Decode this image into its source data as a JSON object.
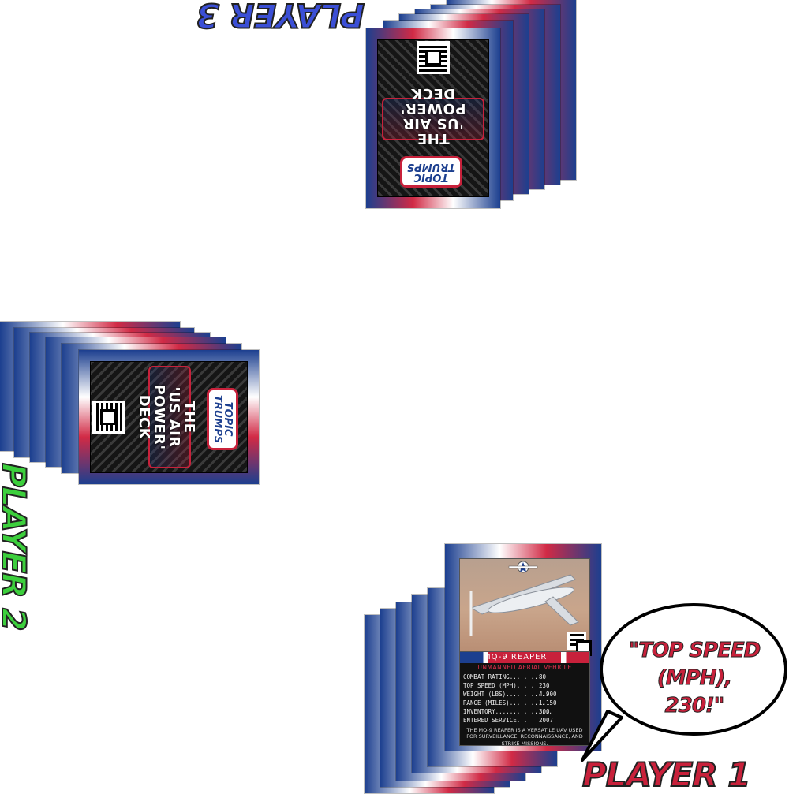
{
  "deck_back": {
    "logo_line1": "TOPIC",
    "logo_line2": "TRUMPS",
    "title_line1": "THE",
    "title_line2": "'US AIR POWER'",
    "title_line3": "DECK"
  },
  "players": {
    "player1": {
      "label": "PLAYER 1",
      "color": "#c8213b"
    },
    "player2": {
      "label": "PLAYER 2",
      "color": "#3ccf3c"
    },
    "player3": {
      "label": "PLAYER 3",
      "color": "#3b4fd6"
    }
  },
  "speech_bubble": {
    "line1": "\"TOP SPEED (MPH),",
    "line2": "230!\""
  },
  "active_card": {
    "name": "MQ-9 REAPER",
    "category": "UNMANNED AERIAL VEHICLE",
    "stats": [
      {
        "label": "COMBAT RATING........",
        "value": "80"
      },
      {
        "label": "TOP SPEED (MPH).....",
        "value": "230"
      },
      {
        "label": "WEIGHT (LBS)............",
        "value": "4,900"
      },
      {
        "label": "RANGE (MILES)..........",
        "value": "1,150"
      },
      {
        "label": "INVENTORY................",
        "value": "300"
      },
      {
        "label": "ENTERED SERVICE...",
        "value": "2007"
      }
    ],
    "description": "THE MQ-9 REAPER IS A VERSATILE UAV USED FOR SURVEILLANCE, RECONNAISSANCE, AND STRIKE MISSIONS."
  },
  "colors": {
    "red": "#c8213b",
    "blue": "#1c3f8f",
    "white": "#ffffff"
  }
}
